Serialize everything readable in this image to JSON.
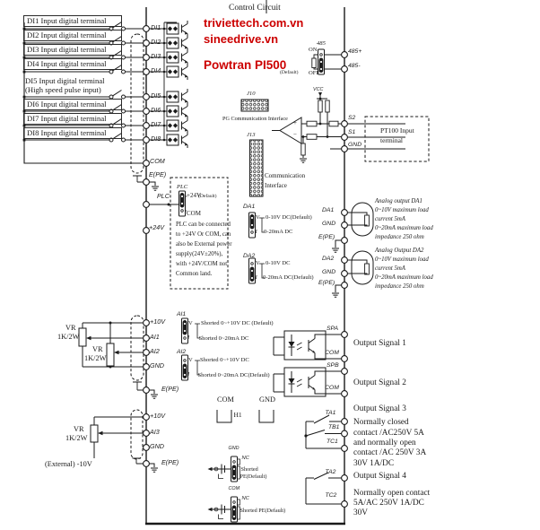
{
  "header": {
    "title": "Control Circuit"
  },
  "watermarks": {
    "line1": "triviettech.com.vn",
    "line2": "sineedrive.vn",
    "line3": "Powtran PI500",
    "color": "#cc0000"
  },
  "digital_inputs": {
    "rows": [
      {
        "label": "DI1  Input digital terminal",
        "term": "DI1"
      },
      {
        "label": "DI2  Input digital terminal",
        "term": "DI2"
      },
      {
        "label": "DI3  Input digital terminal",
        "term": "DI3"
      },
      {
        "label": "DI4  Input digital terminal",
        "term": "DI4"
      },
      {
        "label": "DI5  Input digital terminal",
        "label2": "(High speed pulse input)",
        "term": "DI5"
      },
      {
        "label": "DI6  Input digital terminal",
        "term": "DI6"
      },
      {
        "label": "DI7  Input digital terminal",
        "term": "DI7"
      },
      {
        "label": "DI8  Input digital terminal",
        "term": "DI8"
      }
    ],
    "com": "COM",
    "epe": "E(PE)"
  },
  "plc": {
    "terminal": "PLC",
    "p24": "+24V",
    "jumper_label": "PLC",
    "opt_24v": "+24V",
    "opt_24v_suffix": "(Default)",
    "opt_com": "COM",
    "note": [
      "PLC can be connected",
      "to +24V Or COM, can",
      "also be External power",
      "supply(24V±20%),",
      "with +24V/COM not",
      "Common land."
    ]
  },
  "rs485": {
    "label": "485",
    "on": "ON",
    "off": "OFF",
    "default_note": "(Default)",
    "plus": "485+",
    "minus": "485-"
  },
  "pt100": {
    "vcc": "VCC",
    "s2": "S2",
    "s1": "S1",
    "gnd": "GND",
    "plus": "+",
    "minus": "−",
    "line1": "PT100 Input",
    "line2": "terminal"
  },
  "connectors": {
    "j10": "J10",
    "j10_caption": "PG Communication Interface",
    "j13": "J13",
    "j13_caption1": "Communication",
    "j13_caption2": "Interface"
  },
  "analog_out": {
    "da1_jumper": {
      "name": "DA1",
      "v": "V",
      "v_opt": "0-10V  DC(Default)",
      "i": "I",
      "i_opt": "0-20mA DC"
    },
    "da2_jumper": {
      "name": "DA2",
      "v": "V",
      "v_opt": "0-10V DC",
      "i": "I",
      "i_opt": "0-20mA DC(Default)"
    },
    "terms": {
      "da1": "DA1",
      "gnd1": "GND",
      "epe1": "E(PE)",
      "da2": "DA2",
      "gnd2": "GND",
      "epe2": "E(PE)"
    },
    "note1": [
      "Analog output DA1",
      "0~10V maximum load",
      "current 5mA",
      "0~20mA maximum load",
      "impedance 250 ohm"
    ],
    "note2": [
      "Analog Output DA2",
      "0~10V maximum load",
      "current 5mA",
      "0~20mA maximum load",
      "impedance 250 ohm"
    ]
  },
  "analog_in": {
    "terms": {
      "p10a": "+10V",
      "ai1": "AI1",
      "ai2": "AI2",
      "gnd_a": "GND",
      "epe_a": "E(PE)",
      "p10b": "+10V",
      "ai3": "AI3",
      "gnd_b": "GND",
      "epe_b": "E(PE)"
    },
    "vr": "VR",
    "vr_val": "1K/2W",
    "external": "(External) -10V",
    "ai1_jumper": {
      "name": "AI1",
      "v": "V",
      "v_opt": "Shorted 0~+10V DC (Default)",
      "i": "I",
      "i_opt": "Shorted 0~20mA DC"
    },
    "ai2_jumper": {
      "name": "AI2",
      "v": "V",
      "v_opt": "Shorted 0~+10V DC",
      "i": "I",
      "i_opt": "Shorted 0~20mA DC(Default)"
    }
  },
  "h1": {
    "com": "COM",
    "gnd": "GND",
    "name": "H1"
  },
  "pe_jumpers": {
    "gnd": {
      "name": "GND",
      "nc": "NC",
      "opt_line1": "Shorted",
      "opt_line2": "PE(Default)"
    },
    "com": {
      "name": "COM",
      "nc": "NC",
      "opt": "Shorted PE(Default)"
    }
  },
  "outputs": {
    "spa": "SPA",
    "com1": "COM",
    "sig1": "Output Signal 1",
    "spb": "SPB",
    "com2": "COM",
    "sig2": "Output Signal 2",
    "sig3": "Output Signal 3",
    "ta1": "TA1",
    "tb1": "TB1",
    "tc1": "TC1",
    "sig3_note": [
      "Normally closed",
      "contact /AC250V 5A",
      "and normally open",
      "contact /AC 250V 3A",
      "30V 1A/DC"
    ],
    "sig4": "Output Signal 4",
    "ta2": "TA2",
    "tc2": "TC2",
    "sig4_note": [
      "Normally open contact",
      "5A/AC 250V 1A/DC",
      "30V"
    ]
  }
}
